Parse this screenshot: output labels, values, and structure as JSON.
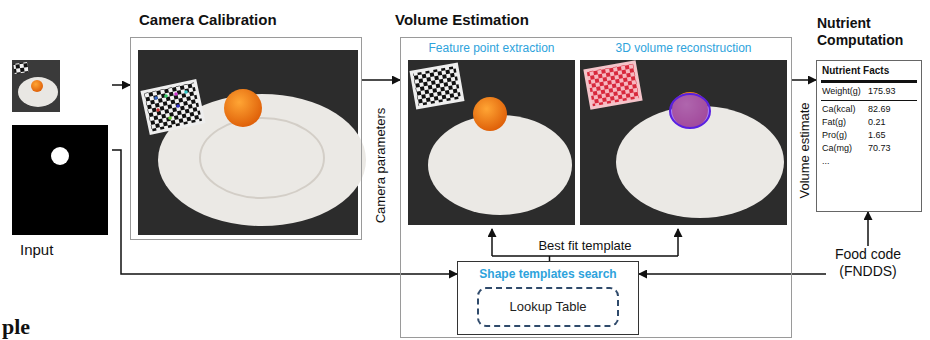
{
  "diagram": {
    "nodes": [
      {
        "text": [
          "Input"
        ]
      },
      {
        "text": [
          "Camera Calibration"
        ]
      },
      {
        "text": [
          "Volume Estimation"
        ]
      },
      {
        "text": [
          "Shape templates search"
        ],
        "in": 2
      },
      {
        "text": [
          "Lookup Table"
        ],
        "in": 3
      },
      {
        "text": [
          "Nutrient Computation",
          "Nutrient Facts",
          "Weight(g)",
          "175.93",
          "Ca(kcal)",
          "82.69",
          "Fat(g)",
          "0.21",
          "Pro(g)",
          "1.65",
          "Ca(mg)",
          "70.73",
          "..."
        ]
      },
      {
        "text": [
          "Food code (FNDDS)"
        ]
      }
    ],
    "edges": [
      {
        "from": 0,
        "to": 1,
        "arrow": "to"
      },
      {
        "from": 1,
        "to": 2,
        "label": "Camera parameters",
        "arrow": "to"
      },
      {
        "from": 2,
        "to": 5,
        "label": "Volume estimate",
        "arrow": "to"
      },
      {
        "from": 0,
        "to": 3,
        "arrow": "to"
      },
      {
        "from": 6,
        "to": 5,
        "arrow": "to"
      },
      {
        "from": 6,
        "to": 3,
        "arrow": "to"
      }
    ],
    "labels": [
      "Feature point extraction",
      "3D volume reconstruction",
      "Best fit template",
      "ple"
    ]
  }
}
